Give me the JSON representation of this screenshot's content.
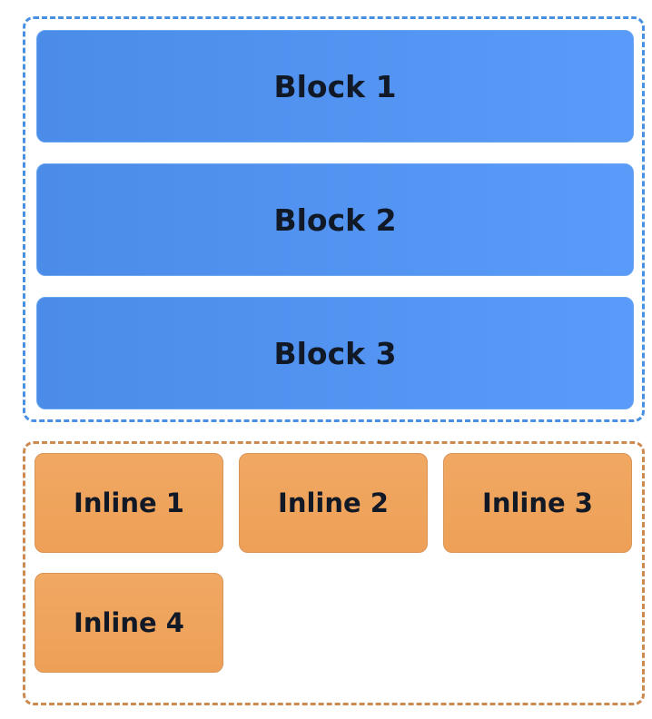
{
  "block_container": {
    "border_color": "#4a90e2",
    "blocks": [
      {
        "label": "Block 1"
      },
      {
        "label": "Block 2"
      },
      {
        "label": "Block 3"
      }
    ],
    "fill_color": "#5596f3"
  },
  "inline_container": {
    "border_color": "#cc8a50",
    "items": [
      {
        "label": "Inline 1"
      },
      {
        "label": "Inline 2"
      },
      {
        "label": "Inline 3"
      },
      {
        "label": "Inline 4"
      }
    ],
    "fill_color": "#f0a45c"
  }
}
